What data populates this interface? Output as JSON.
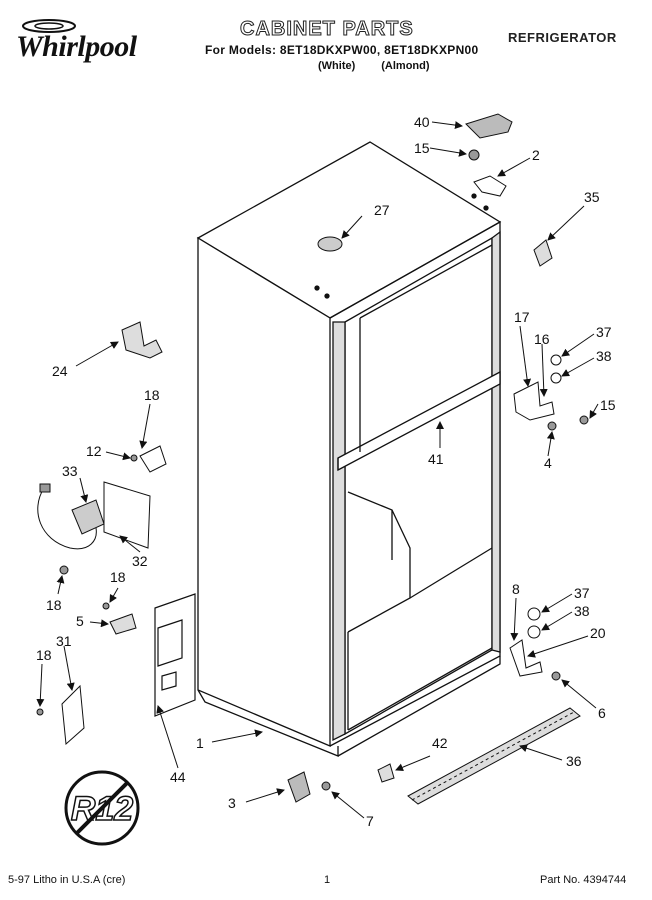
{
  "header": {
    "brand": "Whirlpool",
    "title": "CABINET PARTS",
    "category": "REFRIGERATOR",
    "models_line": "For Models: 8ET18DKXPW00, 8ET18DKXPN00",
    "variant_1": "(White)",
    "variant_2": "(Almond)"
  },
  "callouts": [
    {
      "id": "c40",
      "label": "40"
    },
    {
      "id": "c15a",
      "label": "15"
    },
    {
      "id": "c2",
      "label": "2"
    },
    {
      "id": "c35",
      "label": "35"
    },
    {
      "id": "c27",
      "label": "27"
    },
    {
      "id": "c24",
      "label": "24"
    },
    {
      "id": "c17",
      "label": "17"
    },
    {
      "id": "c16",
      "label": "16"
    },
    {
      "id": "c37a",
      "label": "37"
    },
    {
      "id": "c38a",
      "label": "38"
    },
    {
      "id": "c15b",
      "label": "15"
    },
    {
      "id": "c4",
      "label": "4"
    },
    {
      "id": "c41",
      "label": "41"
    },
    {
      "id": "c18a",
      "label": "18"
    },
    {
      "id": "c12",
      "label": "12"
    },
    {
      "id": "c33",
      "label": "33"
    },
    {
      "id": "c32",
      "label": "32"
    },
    {
      "id": "c18b",
      "label": "18"
    },
    {
      "id": "c18c",
      "label": "18"
    },
    {
      "id": "c5",
      "label": "5"
    },
    {
      "id": "c31",
      "label": "31"
    },
    {
      "id": "c18d",
      "label": "18"
    },
    {
      "id": "c8",
      "label": "8"
    },
    {
      "id": "c37b",
      "label": "37"
    },
    {
      "id": "c38b",
      "label": "38"
    },
    {
      "id": "c20",
      "label": "20"
    },
    {
      "id": "c6",
      "label": "6"
    },
    {
      "id": "c1",
      "label": "1"
    },
    {
      "id": "c44",
      "label": "44"
    },
    {
      "id": "c42",
      "label": "42"
    },
    {
      "id": "c36",
      "label": "36"
    },
    {
      "id": "c3",
      "label": "3"
    },
    {
      "id": "c7",
      "label": "7"
    }
  ],
  "badge": {
    "text": "R12"
  },
  "footer": {
    "left": "5-97 Litho in U.S.A (cre)",
    "page": "1",
    "part_no": "Part No. 4394744"
  }
}
